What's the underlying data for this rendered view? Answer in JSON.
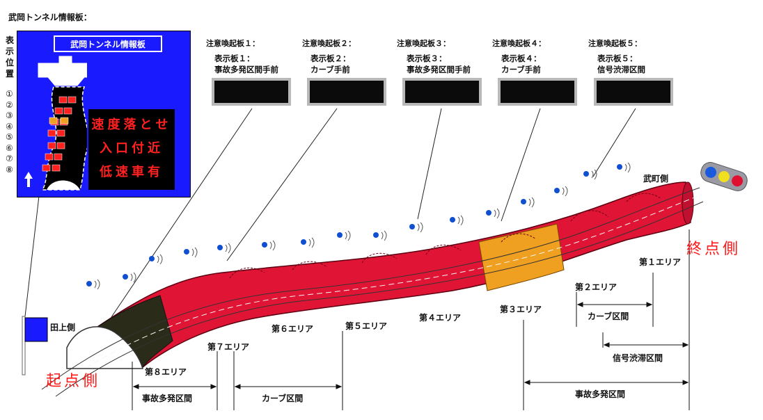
{
  "board_caption": "武岡トンネル情報板：",
  "side_label": [
    "表",
    "示",
    "位",
    "置"
  ],
  "positions": [
    "①",
    "②",
    "③",
    "④",
    "⑤",
    "⑥",
    "⑦",
    "⑧"
  ],
  "board": {
    "title": "武岡トンネル情報板",
    "message": [
      "速度落とせ",
      "入口付近",
      "低速車有"
    ]
  },
  "panels": [
    {
      "header": "注意喚起板１：",
      "line1": "表示板１：",
      "line2": "事故多発区間手前"
    },
    {
      "header": "注意喚起板２：",
      "line1": "表示板２：",
      "line2": "カーブ手前"
    },
    {
      "header": "注意喚起板３：",
      "line1": "表示板３：",
      "line2": "事故多発区間手前"
    },
    {
      "header": "注意喚起板４：",
      "line1": "表示板４：",
      "line2": "カーブ手前"
    },
    {
      "header": "注意喚起板５：",
      "line1": "表示板５：",
      "line2": "信号渋滞区間"
    }
  ],
  "areas": {
    "a1": "第１エリア",
    "a2": "第２エリア",
    "a3": "第３エリア",
    "a4": "第４エリア",
    "a5": "第５エリア",
    "a6": "第６エリア",
    "a7": "第７エリア",
    "a8": "第８エリア"
  },
  "sections": {
    "accident_left": "事故多発区間",
    "curve_left": "カーブ区間",
    "accident_right": "事故多発区間",
    "curve_right": "カーブ区間",
    "signal": "信号渋滞区間"
  },
  "ends": {
    "start_name": "田上側",
    "end_name": "武町側",
    "start_label": "起点側",
    "end_label": "終点側"
  },
  "colors": {
    "tunnel_red": "#e01535",
    "tunnel_orange": "#f0a020",
    "tunnel_dark": "#2b2b1a",
    "board_blue": "#1a1aff",
    "sensor_blue": "#1050d0"
  }
}
